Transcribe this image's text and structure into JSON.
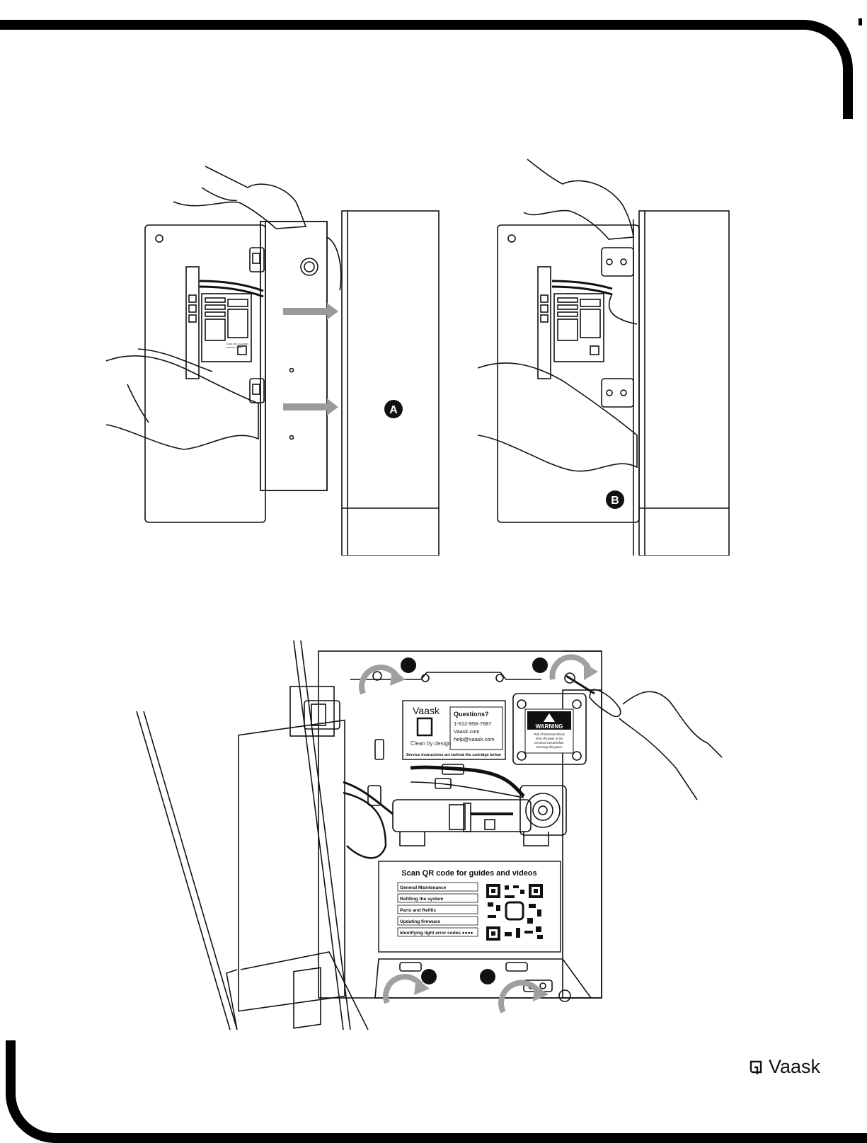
{
  "brand": {
    "name": "Vaask",
    "icon": "vaask-logo-icon"
  },
  "figure1": {
    "callout": "A",
    "label": {
      "title1": "CARE AND CLEANING",
      "title2": "INSTRUCTIONS"
    }
  },
  "figure2": {
    "callout": "B"
  },
  "figure3": {
    "panel": {
      "brand": "Vaask",
      "tagline": "Clean by design",
      "questions_title": "Questions?",
      "phone": "1-512-956-7687",
      "website": "Vaask.com",
      "email": "help@vaask.com",
      "service_note": "Service instructions are behind the cartridge below"
    },
    "warning": {
      "title": "WARNING",
      "line1": "Risk of Electrical Shock",
      "line2": "Shut off power to the",
      "line3": "electrical circuit before",
      "line4": "removing this panel."
    },
    "qr_card": {
      "title": "Scan QR code for guides and videos",
      "items": [
        "General Maintenance",
        "Refilling the system",
        "Parts and Refills",
        "Updating firmware",
        "Identifying light error codes ●●●●"
      ]
    }
  },
  "colors": {
    "arrow": "#9a9a9a",
    "ink": "#111111"
  }
}
